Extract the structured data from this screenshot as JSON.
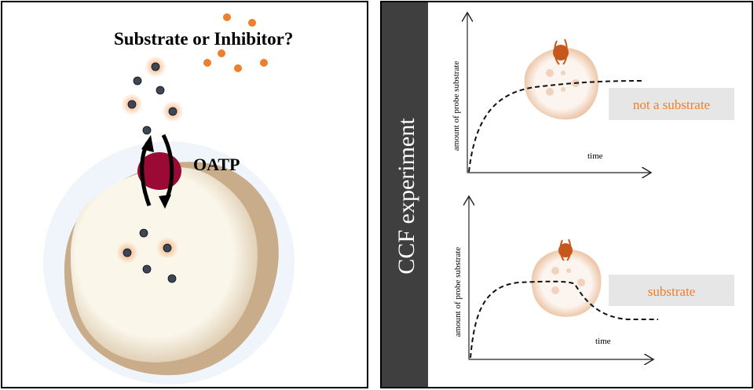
{
  "left_panel": {
    "title": "Substrate or Inhibitor?",
    "transporter_label": "OATP"
  },
  "right_panel": {
    "side_label": "CCF experiment",
    "top_chart": {
      "ylabel": "amount of probe substrate",
      "xlabel": "time",
      "result_label": "not a substrate"
    },
    "bottom_chart": {
      "ylabel": "amount of probe substrate",
      "xlabel": "time",
      "result_label": "substrate"
    }
  },
  "colors": {
    "orange": "#ee7f2d",
    "transporter": "#9b0a35",
    "molecule": "#3d4654",
    "side_strip": "#3f3f3f",
    "label_box": "#e6e6e6"
  }
}
